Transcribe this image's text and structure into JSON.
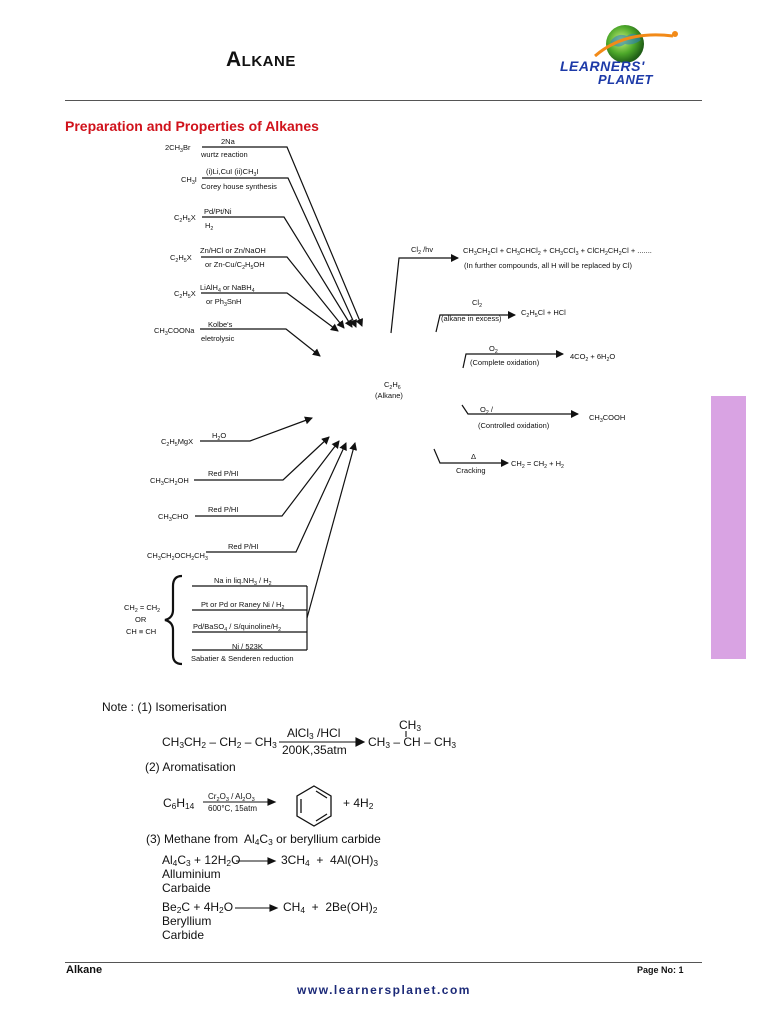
{
  "header": {
    "title": "Alkane",
    "logo": {
      "line1": "LEARNERS'",
      "line2": "PLANET"
    }
  },
  "section_title": "Preparation and Properties of Alkanes",
  "colors": {
    "title_red": "#d0121b",
    "footer_blue": "#1c2a78",
    "tab_purple": "#d9a3e3",
    "logo_blue": "#1d3aa8",
    "logo_orange": "#f28a18",
    "logo_green": "#5dbb2a"
  },
  "preparation": [
    {
      "reactant": "2CH3Br",
      "reagent_top": "2Na",
      "reagent_bottom": "wurtz reaction"
    },
    {
      "reactant": "CH3I",
      "reagent_top": "(i)Li,CuI (ii)CH3I",
      "reagent_bottom": "Corey house synthesis"
    },
    {
      "reactant": "C2H5X",
      "reagent_top": "Pd/Pt/Ni",
      "reagent_bottom": "H2"
    },
    {
      "reactant": "C2H5X",
      "reagent_top": "Zn/HCl or Zn/NaOH",
      "reagent_bottom": "or Zn-Cu/C2H5OH"
    },
    {
      "reactant": "C2H5X",
      "reagent_top": "LiAlH4 or NaBH4",
      "reagent_bottom": "or Ph3SnH"
    },
    {
      "reactant": "CH3COONa",
      "reagent_top": "Kolbe's",
      "reagent_bottom": "eletrolysic"
    },
    {
      "reactant": "C2H5MgX",
      "reagent_top": "H2O",
      "reagent_bottom": ""
    },
    {
      "reactant": "CH3CH2OH",
      "reagent_top": "Red P/HI",
      "reagent_bottom": ""
    },
    {
      "reactant": "CH3CHO",
      "reagent_top": "Red P/HI",
      "reagent_bottom": ""
    },
    {
      "reactant": "CH3CH2OCH2CH3",
      "reagent_top": "Red P/HI",
      "reagent_bottom": ""
    }
  ],
  "reduction": {
    "reactants": [
      "CH2 = CH2",
      "OR",
      "CH ≡ CH"
    ],
    "conditions": [
      "Na in liq.NH3 / H2",
      "Pt or Pd or Raney Ni / H2",
      "Pd/BaSO4 / S/quinoline/H2",
      "Ni / 523K",
      "Sabatier & Senderen reduction"
    ]
  },
  "center": {
    "formula": "C2H6",
    "name": "(Alkane)"
  },
  "properties": [
    {
      "reagent_top": "Cl2 /hv",
      "reagent_bottom": "",
      "product": "CH3CH2Cl + CH3CHCl2 + CH3CCl3 + ClCH2CH2Cl + .......",
      "product_note": "(In further compounds, all H will be replaced by Cl)"
    },
    {
      "reagent_top": "Cl2",
      "reagent_bottom": "(alkane in excess)",
      "product": "C2H5Cl + HCl"
    },
    {
      "reagent_top": "O2",
      "reagent_bottom": "(Complete oxidation)",
      "product": "4CO2 + 6H2O"
    },
    {
      "reagent_top": "O2 /",
      "reagent_bottom": "(Controlled oxidation)",
      "product": "CH3COOH"
    },
    {
      "reagent_top": "Δ",
      "reagent_bottom": "Cracking",
      "product": "CH2 = CH2 + H2"
    }
  ],
  "notes": {
    "isomerisation": {
      "label": "Note : (1) Isomerisation",
      "reactant": "CH3CH2 – CH2 – CH3",
      "cond_top": "AlCl3 /HCl",
      "cond_bottom": "200K,35atm",
      "branch": "CH3",
      "product": "CH3 – CH – CH3"
    },
    "aromatisation": {
      "label": "(2) Aromatisation",
      "reactant": "C6H14",
      "cond_top": "Cr2O3 / Al2O3",
      "cond_bottom": "600°C, 15atm",
      "product": "+ 4H2"
    },
    "methane": {
      "label": "(3) Methane from  Al4C3 or beryllium carbide",
      "eq1_left": "Al4C3 + 12H2O",
      "eq1_right": "3CH4  +  4Al(OH)3",
      "eq1_name1": "Alluminium",
      "eq1_name2": "Carbaide",
      "eq2_left": "Be2C + 4H2O",
      "eq2_right": "CH4  +  2Be(OH)2",
      "eq2_name1": "Beryllium",
      "eq2_name2": "Carbide"
    }
  },
  "footer": {
    "left": "Alkane",
    "right": "Page No: 1",
    "url": "www.learnersplanet.com"
  }
}
